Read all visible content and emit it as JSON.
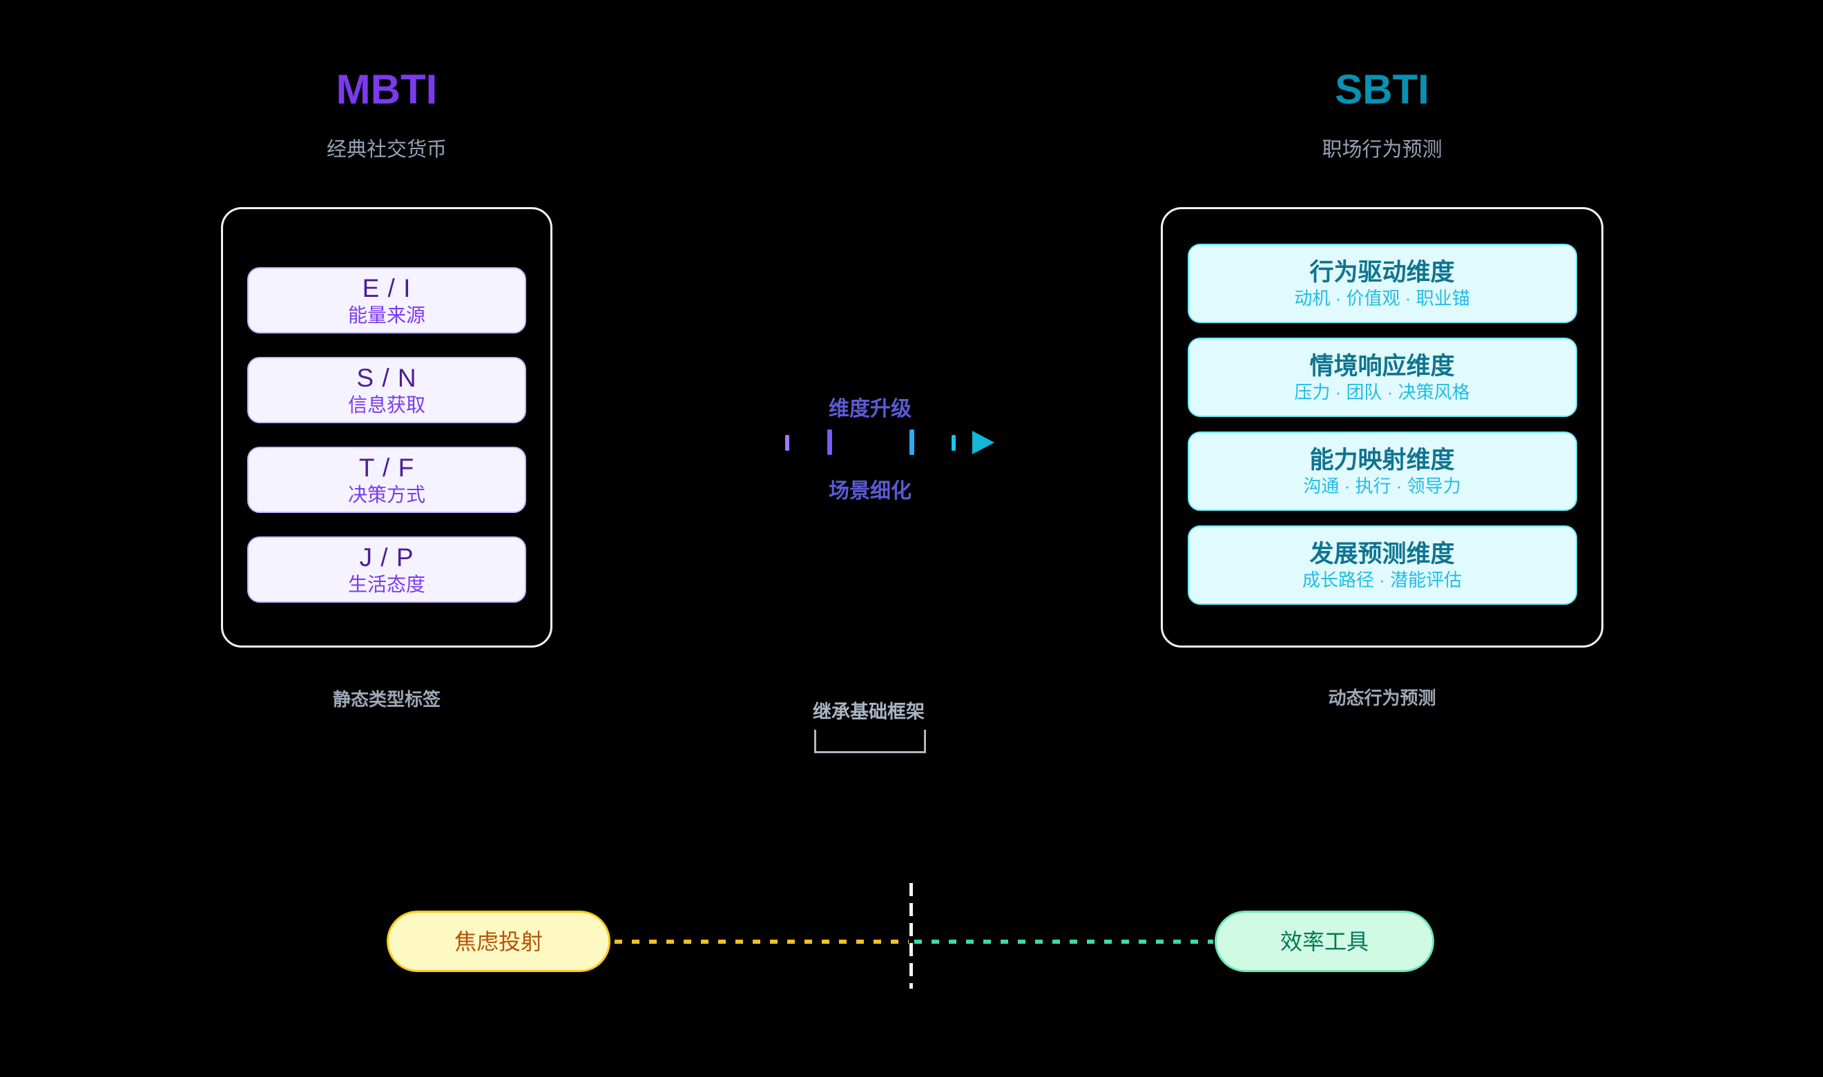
{
  "left_panel": {
    "title": "MBTI",
    "subtitle": "经典社交货币",
    "items": [
      {
        "label": "E / I",
        "desc": "能量来源"
      },
      {
        "label": "S / N",
        "desc": "信息获取"
      },
      {
        "label": "T / F",
        "desc": "决策方式"
      },
      {
        "label": "J / P",
        "desc": "生活态度"
      }
    ],
    "footer": "静态类型标签"
  },
  "right_panel": {
    "title": "SBTI",
    "subtitle": "职场行为预测",
    "items": [
      {
        "label": "行为驱动维度",
        "desc": "动机 · 价值观 · 职业锚"
      },
      {
        "label": "情境响应维度",
        "desc": "压力 · 团队 · 决策风格"
      },
      {
        "label": "能力映射维度",
        "desc": "沟通 · 执行 · 领导力"
      },
      {
        "label": "发展预测维度",
        "desc": "成长路径 · 潜能评估"
      }
    ],
    "footer": "动态行为预测"
  },
  "transition": {
    "top_label": "维度升级",
    "bottom_label": "场景细化"
  },
  "bridge": {
    "label": "继承基础框架"
  },
  "bottom": {
    "left_pill": "焦虑投射",
    "right_pill": "效率工具"
  },
  "colors": {
    "background": "#000000",
    "mbti_accent": "#7C3AED",
    "mbti_dark": "#4C1D95",
    "mbti_card_bg": "#F5F3FF",
    "mbti_card_border": "#C4B5FD",
    "sbti_accent": "#0891B2",
    "sbti_dark": "#0E7490",
    "sbti_card_bg": "#E1FAFE",
    "sbti_card_border": "#67E8F9",
    "transition_text": "#5B5BD6",
    "arrow_gradient": [
      "#9D7BFA",
      "#7C5CF6",
      "#2FA9ED",
      "#1EC3E8",
      "#10B9D8"
    ],
    "muted_label": "#9CA8B8",
    "anxiety_bg": "#FEF9C3",
    "anxiety_border": "#FACC15",
    "anxiety_text": "#B45309",
    "anxiety_line": "#FBBF24",
    "efficiency_bg": "#D1FAE5",
    "efficiency_border": "#6EE7B7",
    "efficiency_text": "#047857",
    "efficiency_line": "#3ED9A4"
  }
}
